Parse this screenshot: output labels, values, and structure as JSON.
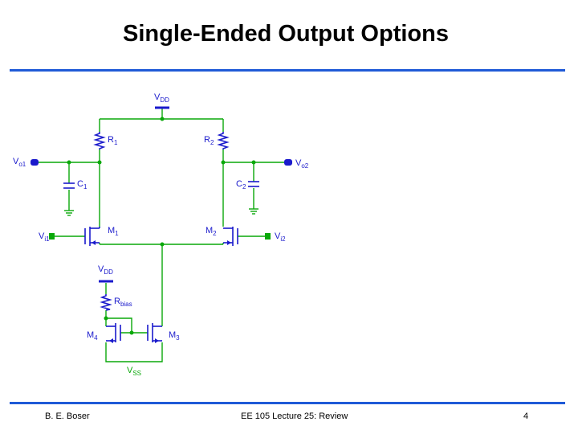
{
  "title": "Single-Ended Output Options",
  "footer": {
    "left": "B. E. Boser",
    "center": "EE 105 Lecture 25: Review",
    "right": "4"
  },
  "circuit": {
    "vdd_top": {
      "main": "V",
      "sub": "DD"
    },
    "r1": {
      "main": "R",
      "sub": "1"
    },
    "r2": {
      "main": "R",
      "sub": "2"
    },
    "c1": {
      "main": "C",
      "sub": "1"
    },
    "c2": {
      "main": "C",
      "sub": "2"
    },
    "vo1": {
      "main": "V",
      "sub": "o1"
    },
    "vo2": {
      "main": "V",
      "sub": "o2"
    },
    "vi1": {
      "main": "V",
      "sub": "i1"
    },
    "vi2": {
      "main": "V",
      "sub": "i2"
    },
    "m1": {
      "main": "M",
      "sub": "1"
    },
    "m2": {
      "main": "M",
      "sub": "2"
    },
    "m3": {
      "main": "M",
      "sub": "3"
    },
    "m4": {
      "main": "M",
      "sub": "4"
    },
    "vdd_bias": {
      "main": "V",
      "sub": "DD"
    },
    "rbias": {
      "main": "R",
      "sub": "bias"
    },
    "vss": {
      "main": "V",
      "sub": "SS"
    }
  },
  "colors": {
    "wire": "#0aa80a",
    "device": "#1a1acc",
    "rule": "#1f5ad7"
  }
}
